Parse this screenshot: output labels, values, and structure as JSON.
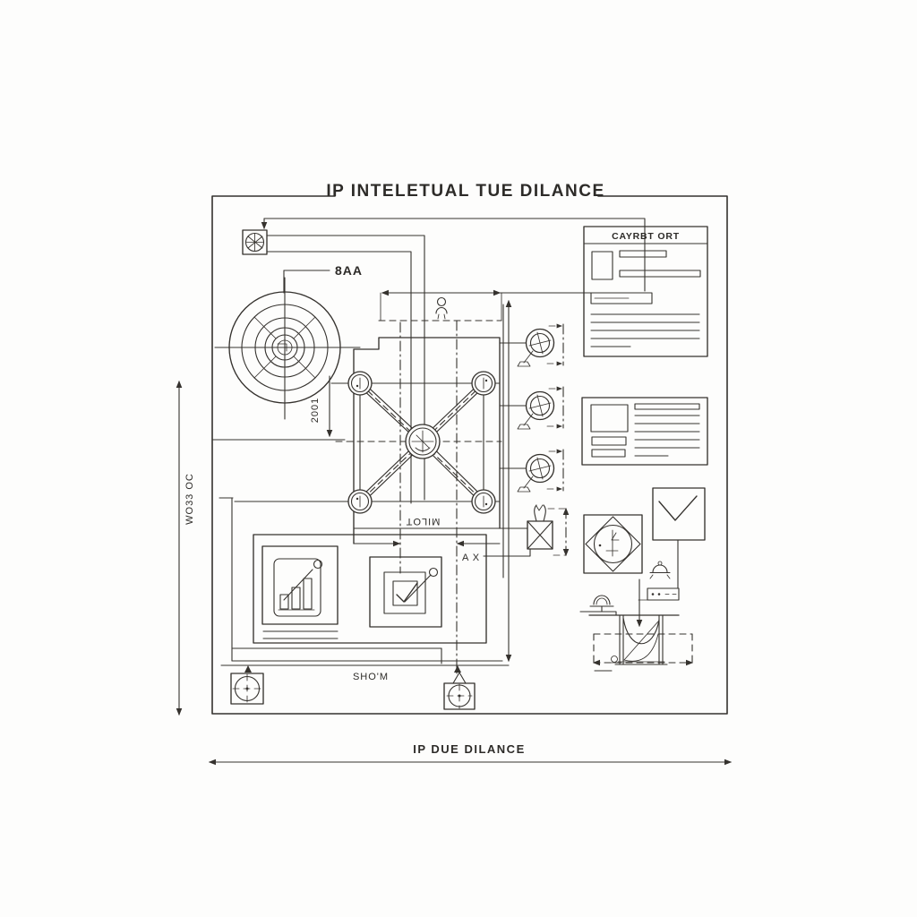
{
  "title": "IP INTELETUAL TUE DILANCE",
  "footer": {
    "label": "IP DUE DILANCE"
  },
  "labels": {
    "leader_top": "8AA",
    "dim_inner": "2001",
    "dim_left": "WO33 OC",
    "frame_bottom_rotated": "MILOT",
    "ax": "A X",
    "dim_width": "SHO'M"
  },
  "panels": {
    "certificate": {
      "header": "CAYRBT ORT"
    }
  },
  "icons": [
    "globe-icon",
    "target-icon",
    "person-icon",
    "wheel-icon",
    "valve-icon",
    "diamond-icon",
    "checkmark-icon",
    "bell-icon",
    "bar-chart-icon",
    "checkbox-icon",
    "crosshair-marker-icon",
    "ruler-icon",
    "trough-icon"
  ],
  "colors": {
    "ink": "#35322e",
    "paper": "#fdfdfc"
  }
}
